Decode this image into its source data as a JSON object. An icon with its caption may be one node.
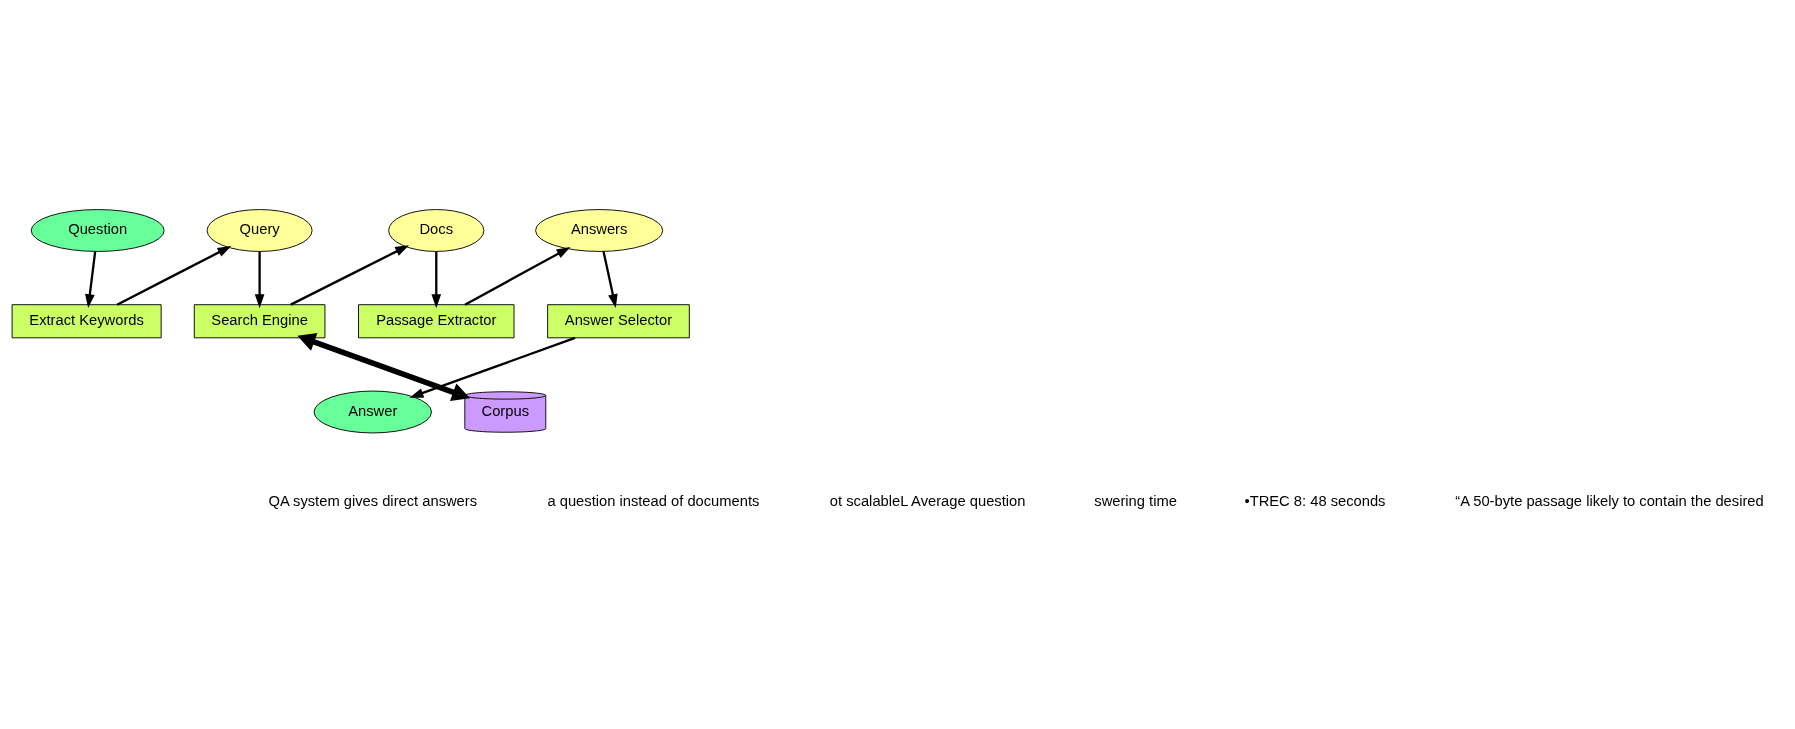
{
  "diagram": {
    "nodes": [
      {
        "text": [
          "Question"
        ]
      },
      {
        "text": [
          "Query"
        ]
      },
      {
        "text": [
          "Docs"
        ]
      },
      {
        "text": [
          "Answers"
        ]
      },
      {
        "text": [
          "Extract Keywords"
        ]
      },
      {
        "text": [
          "Search Engine"
        ]
      },
      {
        "text": [
          "Passage Extractor"
        ]
      },
      {
        "text": [
          "Answer Selector"
        ]
      },
      {
        "text": [
          "Answer"
        ]
      },
      {
        "text": [
          "Corpus"
        ]
      }
    ],
    "edges": [
      {
        "from": 0,
        "to": 4,
        "arrow": "to"
      },
      {
        "from": 4,
        "to": 1,
        "arrow": "to"
      },
      {
        "from": 1,
        "to": 5,
        "arrow": "to"
      },
      {
        "from": 5,
        "to": 2,
        "arrow": "to"
      },
      {
        "from": 2,
        "to": 6,
        "arrow": "to"
      },
      {
        "from": 6,
        "to": 3,
        "arrow": "to"
      },
      {
        "from": 3,
        "to": 7,
        "arrow": "to"
      },
      {
        "from": 7,
        "to": 8,
        "arrow": "to"
      },
      {
        "from": 5,
        "to": 9,
        "arrow": "both",
        "style": "thick"
      }
    ],
    "labels": [
      "QA system gives direct answers",
      "a question instead of documents",
      "ot scalableL Average question",
      "swering time",
      "•TREC 8: 48 seconds",
      "“A 50-byte passage likely to contain the desired"
    ]
  }
}
